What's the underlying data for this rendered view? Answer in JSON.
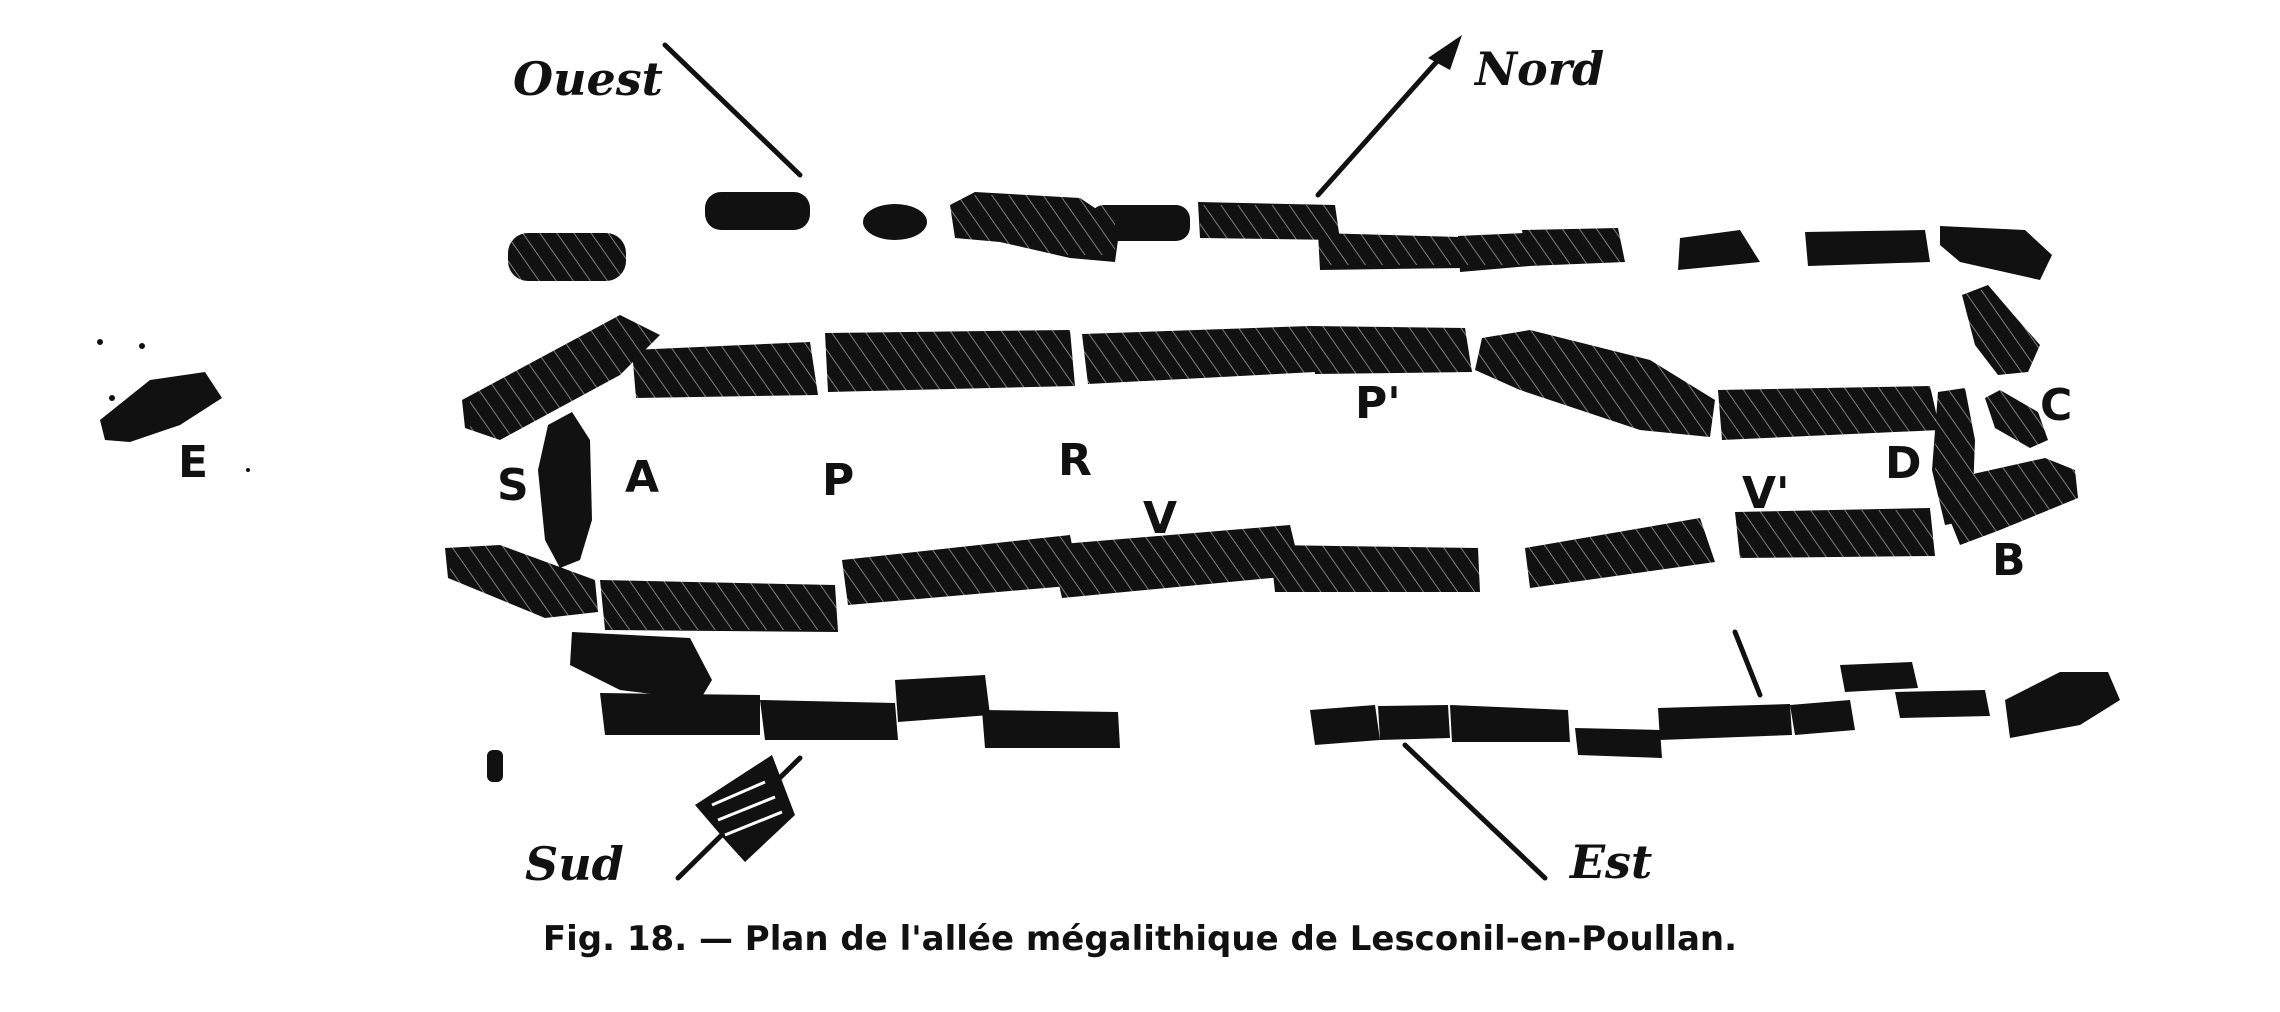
{
  "directions": {
    "west": "Ouest",
    "north": "Nord",
    "south": "Sud",
    "east": "Est"
  },
  "letters": {
    "E": "E",
    "S": "S",
    "A": "A",
    "P": "P",
    "R": "R",
    "V": "V",
    "P_prime": "P'",
    "V_prime": "V'",
    "D": "D",
    "C": "C",
    "B": "B"
  },
  "caption": "Fig. 18. — Plan de l'allée mégalithique de Lesconil-en-Poullan."
}
